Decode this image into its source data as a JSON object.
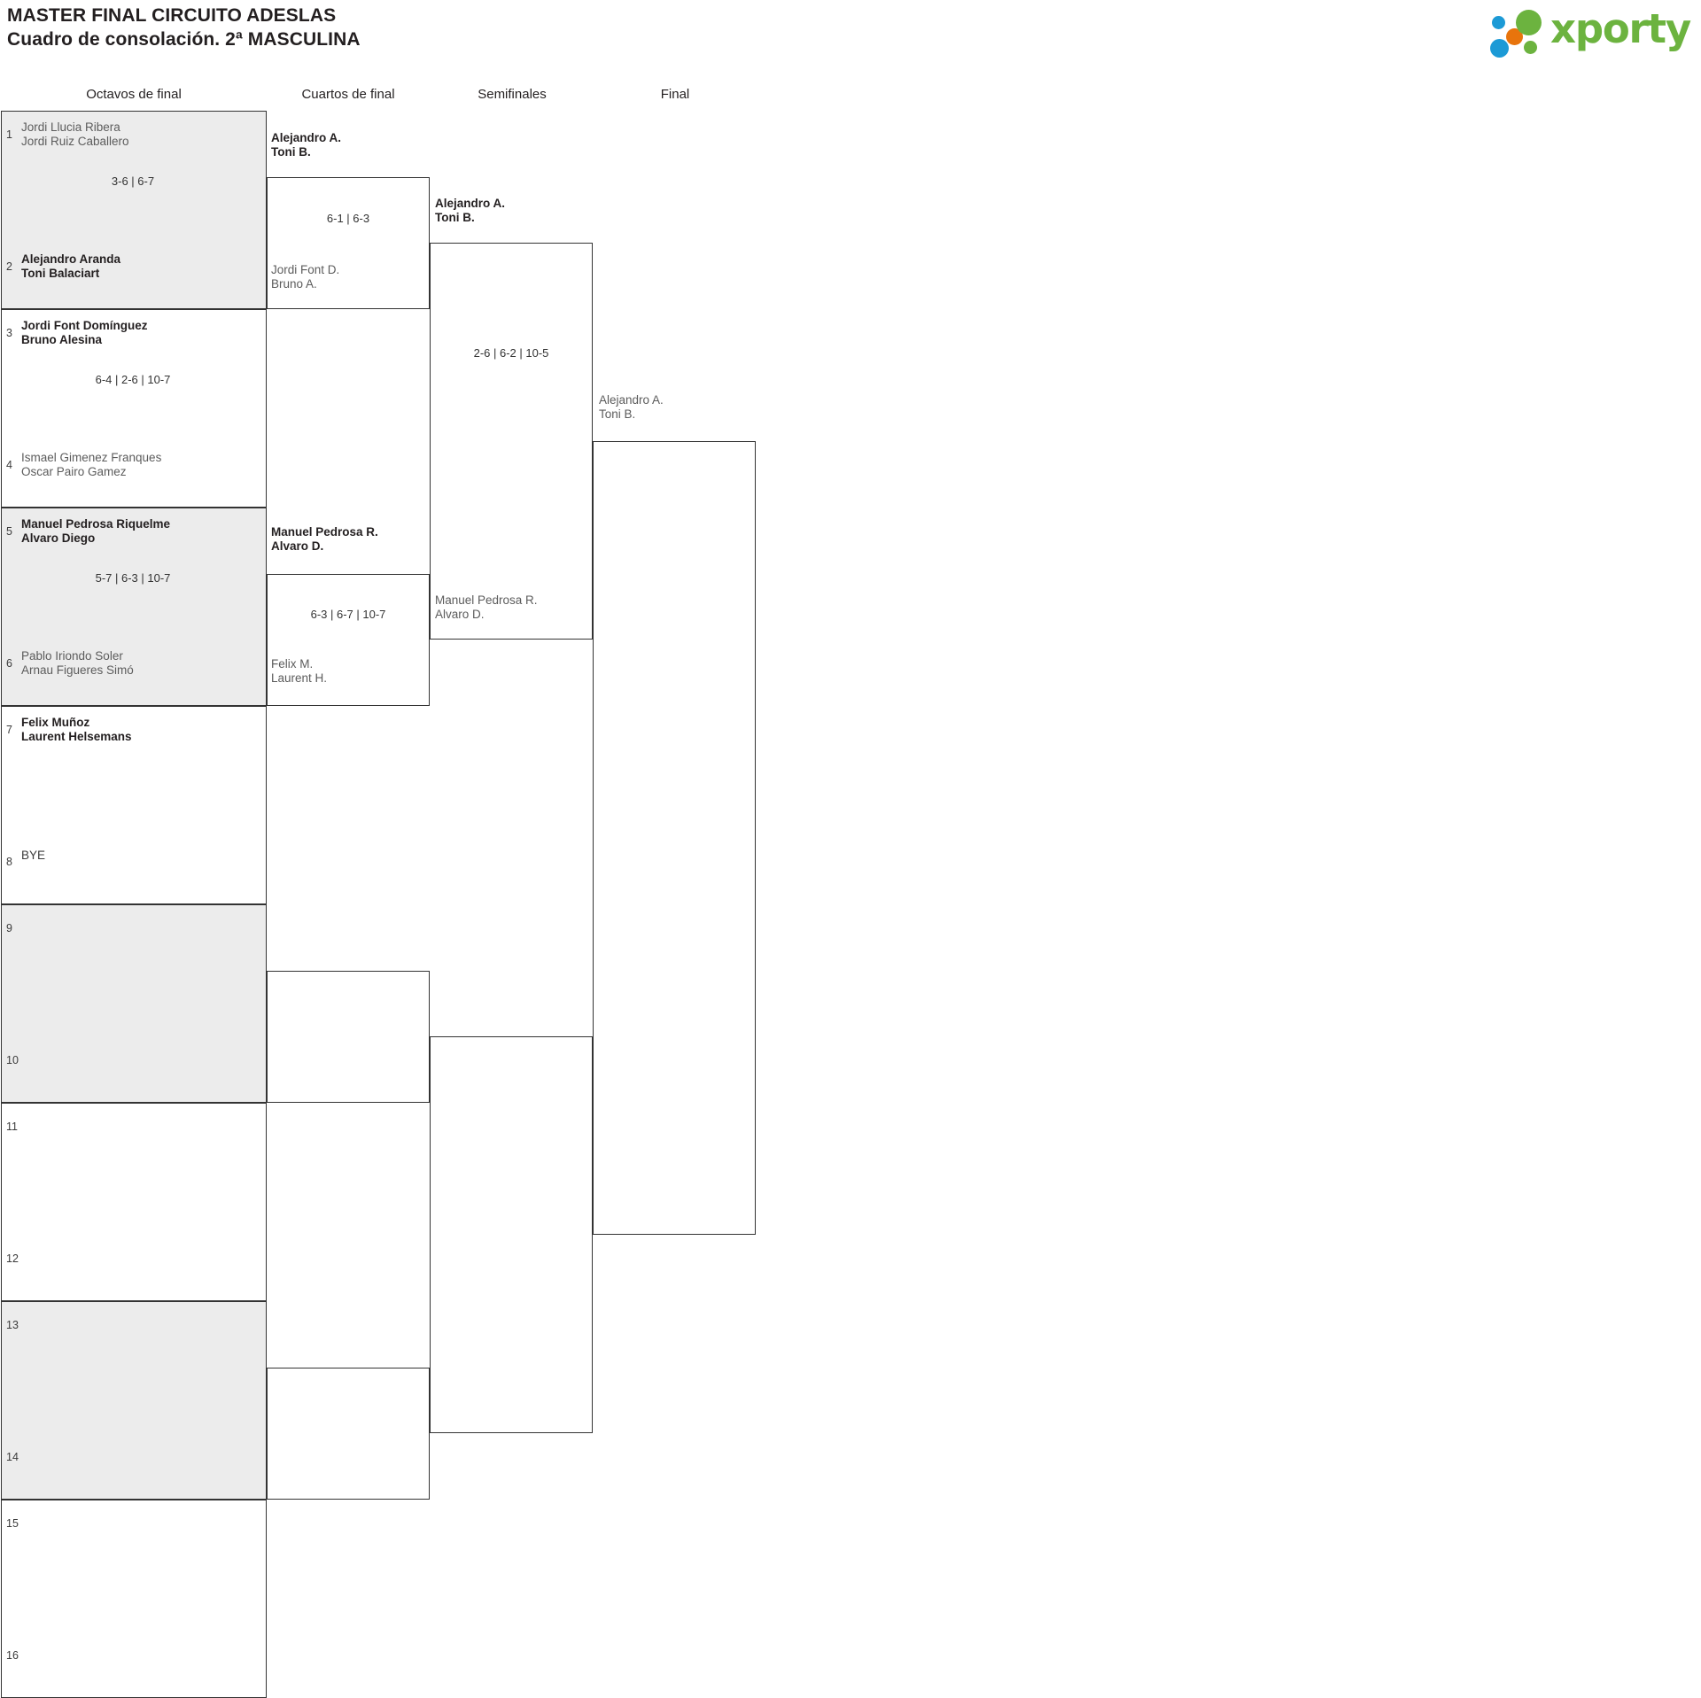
{
  "header": {
    "title_line1": "MASTER FINAL CIRCUITO ADESLAS",
    "title_line2": "Cuadro de consolación. 2ª MASCULINA",
    "logo_text": "xporty",
    "logo_colors": {
      "green": "#6cb33f",
      "blue": "#1c9ad6",
      "orange": "#e8740c"
    }
  },
  "rounds": [
    {
      "label": "Octavos de final"
    },
    {
      "label": "Cuartos de final"
    },
    {
      "label": "Semifinales"
    },
    {
      "label": "Final"
    }
  ],
  "round1": {
    "matches": [
      {
        "score": "3-6 | 6-7",
        "slots": [
          {
            "seed": "1",
            "line1": "Jordi Llucia Ribera",
            "line2": "Jordi Ruiz Caballero",
            "status": "loser"
          },
          {
            "seed": "2",
            "line1": "Alejandro Aranda",
            "line2": "Toni Balaciart",
            "status": "winner"
          }
        ]
      },
      {
        "score": "6-4 | 2-6 | 10-7",
        "slots": [
          {
            "seed": "3",
            "line1": "Jordi Font Domínguez",
            "line2": "Bruno Alesina",
            "status": "winner"
          },
          {
            "seed": "4",
            "line1": "Ismael Gimenez Franques",
            "line2": "Oscar Pairo Gamez",
            "status": "loser"
          }
        ]
      },
      {
        "score": "5-7 | 6-3 | 10-7",
        "slots": [
          {
            "seed": "5",
            "line1": "Manuel Pedrosa Riquelme",
            "line2": "Alvaro Diego",
            "status": "winner"
          },
          {
            "seed": "6",
            "line1": "Pablo Iriondo Soler",
            "line2": "Arnau Figueres Simó",
            "status": "loser"
          }
        ]
      },
      {
        "score": "",
        "slots": [
          {
            "seed": "7",
            "line1": "Felix Muñoz",
            "line2": "Laurent Helsemans",
            "status": "winner"
          },
          {
            "seed": "8",
            "line1": "BYE",
            "line2": "",
            "status": "bye"
          }
        ]
      },
      {
        "score": "",
        "slots": [
          {
            "seed": "9",
            "line1": "",
            "line2": "",
            "status": "empty"
          },
          {
            "seed": "10",
            "line1": "",
            "line2": "",
            "status": "empty"
          }
        ]
      },
      {
        "score": "",
        "slots": [
          {
            "seed": "11",
            "line1": "",
            "line2": "",
            "status": "empty"
          },
          {
            "seed": "12",
            "line1": "",
            "line2": "",
            "status": "empty"
          }
        ]
      },
      {
        "score": "",
        "slots": [
          {
            "seed": "13",
            "line1": "",
            "line2": "",
            "status": "empty"
          },
          {
            "seed": "14",
            "line1": "",
            "line2": "",
            "status": "empty"
          }
        ]
      },
      {
        "score": "",
        "slots": [
          {
            "seed": "15",
            "line1": "",
            "line2": "",
            "status": "empty"
          },
          {
            "seed": "16",
            "line1": "",
            "line2": "",
            "status": "empty"
          }
        ]
      }
    ]
  },
  "quarterfinals": {
    "matches": [
      {
        "score": "6-1 | 6-3",
        "top": {
          "line1": "Alejandro A.",
          "line2": "Toni B.",
          "status": "winner"
        },
        "bottom": {
          "line1": "Jordi Font D.",
          "line2": "Bruno A.",
          "status": "loser"
        }
      },
      {
        "score": "6-3 | 6-7 | 10-7",
        "top": {
          "line1": "Manuel Pedrosa R.",
          "line2": "Alvaro D.",
          "status": "winner"
        },
        "bottom": {
          "line1": "Felix M.",
          "line2": "Laurent H.",
          "status": "loser"
        }
      },
      {
        "score": "",
        "top": {
          "line1": "",
          "line2": "",
          "status": "empty"
        },
        "bottom": {
          "line1": "",
          "line2": "",
          "status": "empty"
        }
      },
      {
        "score": "",
        "top": {
          "line1": "",
          "line2": "",
          "status": "empty"
        },
        "bottom": {
          "line1": "",
          "line2": "",
          "status": "empty"
        }
      }
    ]
  },
  "semifinals": {
    "matches": [
      {
        "score": "2-6 | 6-2 | 10-5",
        "top": {
          "line1": "Alejandro A.",
          "line2": "Toni B.",
          "status": "winner"
        },
        "bottom": {
          "line1": "Manuel Pedrosa R.",
          "line2": "Alvaro D.",
          "status": "loser"
        }
      },
      {
        "score": "",
        "top": {
          "line1": "",
          "line2": "",
          "status": "empty"
        },
        "bottom": {
          "line1": "",
          "line2": "",
          "status": "empty"
        }
      }
    ]
  },
  "final": {
    "matches": [
      {
        "score": "",
        "top": {
          "line1": "Alejandro A.",
          "line2": "Toni B.",
          "status": "loser"
        },
        "bottom": {
          "line1": "",
          "line2": "",
          "status": "empty"
        }
      }
    ]
  }
}
